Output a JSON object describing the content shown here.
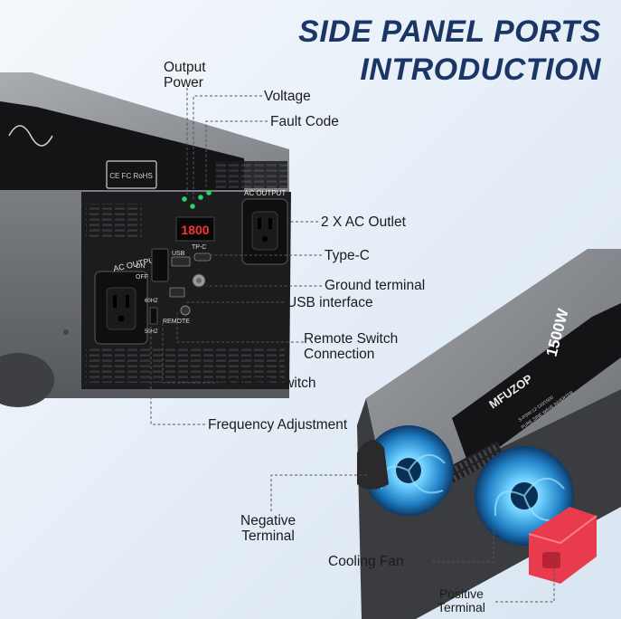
{
  "title": {
    "line1": "SIDE PANEL PORTS",
    "line2": "INTRODUCTION"
  },
  "labels": {
    "output_power_1": "Output",
    "output_power_2": "Power",
    "voltage": "Voltage",
    "fault_code": "Fault Code",
    "ac_outlet": "2 X AC Outlet",
    "type_c": "Type-C",
    "ground_terminal": "Ground terminal",
    "usb_interface": "USB interface",
    "remote_switch_1": "Remote Switch",
    "remote_switch_2": "Connection",
    "no_off_switch": "NO/OFF Switch",
    "frequency_adjustment": "Frequency Adjustment",
    "negative_terminal_1": "Negative",
    "negative_terminal_2": "Terminal",
    "cooling_fan": "Cooling Fan",
    "positive_terminal_1": "Positive",
    "positive_terminal_2": "Terminal"
  },
  "device_print": {
    "ac_output_left": "AC OUTPUT",
    "ac_output_right": "AC OUTPUT",
    "on": "ON",
    "off": "OFF",
    "usb": "USB",
    "tpc": "TP-C",
    "remote": "REMOTE",
    "hz_60": "60HZ",
    "hz_50": "50HZ",
    "display": "1800",
    "brand": "MFUZOP",
    "wattage": "1500W",
    "model": "S-PSW-12-110/1500",
    "subtitle": "PURE SINE WAVE INVERTER",
    "certs": "CE FC RoHS"
  },
  "colors": {
    "title": "#1a3566",
    "housing": "#8d9094",
    "panel": "#1c1c1e",
    "leader": "#555555",
    "fan_glow": "#5ec8ff",
    "positive_terminal": "#e83b4e",
    "led_green": "#28d36a",
    "led_red": "#ff3a3a"
  }
}
